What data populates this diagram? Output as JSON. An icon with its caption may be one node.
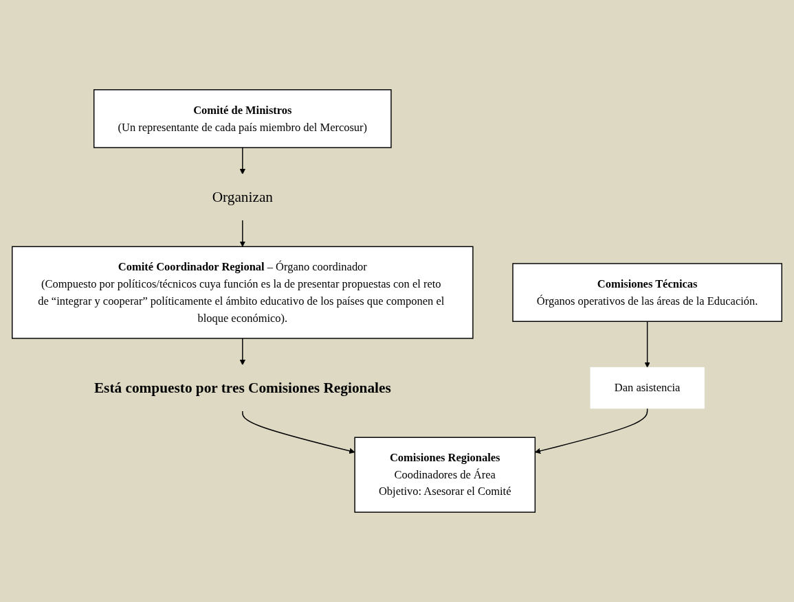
{
  "diagram": {
    "nodes": [
      {
        "text": [
          "Comité de Ministros",
          "(Un representante de cada país miembro del Mercosur)"
        ]
      },
      {
        "text": [
          "Organizan"
        ]
      },
      {
        "text": [
          "**Comité Coordinador Regional** – Órgano coordinador",
          "(Compuesto por políticos/técnicos cuya función es la de presentar propuestas con el reto de “integrar y cooperar” políticamente el ámbito educativo de los países que componen el bloque económico)."
        ]
      },
      {
        "text": [
          "Está compuesto por tres Comisiones Regionales"
        ]
      },
      {
        "text": [
          "Comisiones Regionales",
          "Coodinadores de Área",
          "Objetivo: Asesorar el Comité"
        ]
      },
      {
        "text": [
          "Dan asistencia"
        ]
      },
      {
        "text": [
          "Comisiones Técnicas",
          "Órganos operativos de las áreas de la Educación."
        ]
      }
    ],
    "edges": [
      {
        "from": 0,
        "to": 1,
        "arrow": "to"
      },
      {
        "from": 1,
        "to": 2,
        "arrow": "to"
      },
      {
        "from": 2,
        "to": 3,
        "arrow": "to"
      },
      {
        "from": 3,
        "to": 4,
        "arrow": "to"
      },
      {
        "from": 6,
        "to": 5,
        "arrow": "to"
      },
      {
        "from": 5,
        "to": 4,
        "arrow": "to"
      }
    ]
  }
}
